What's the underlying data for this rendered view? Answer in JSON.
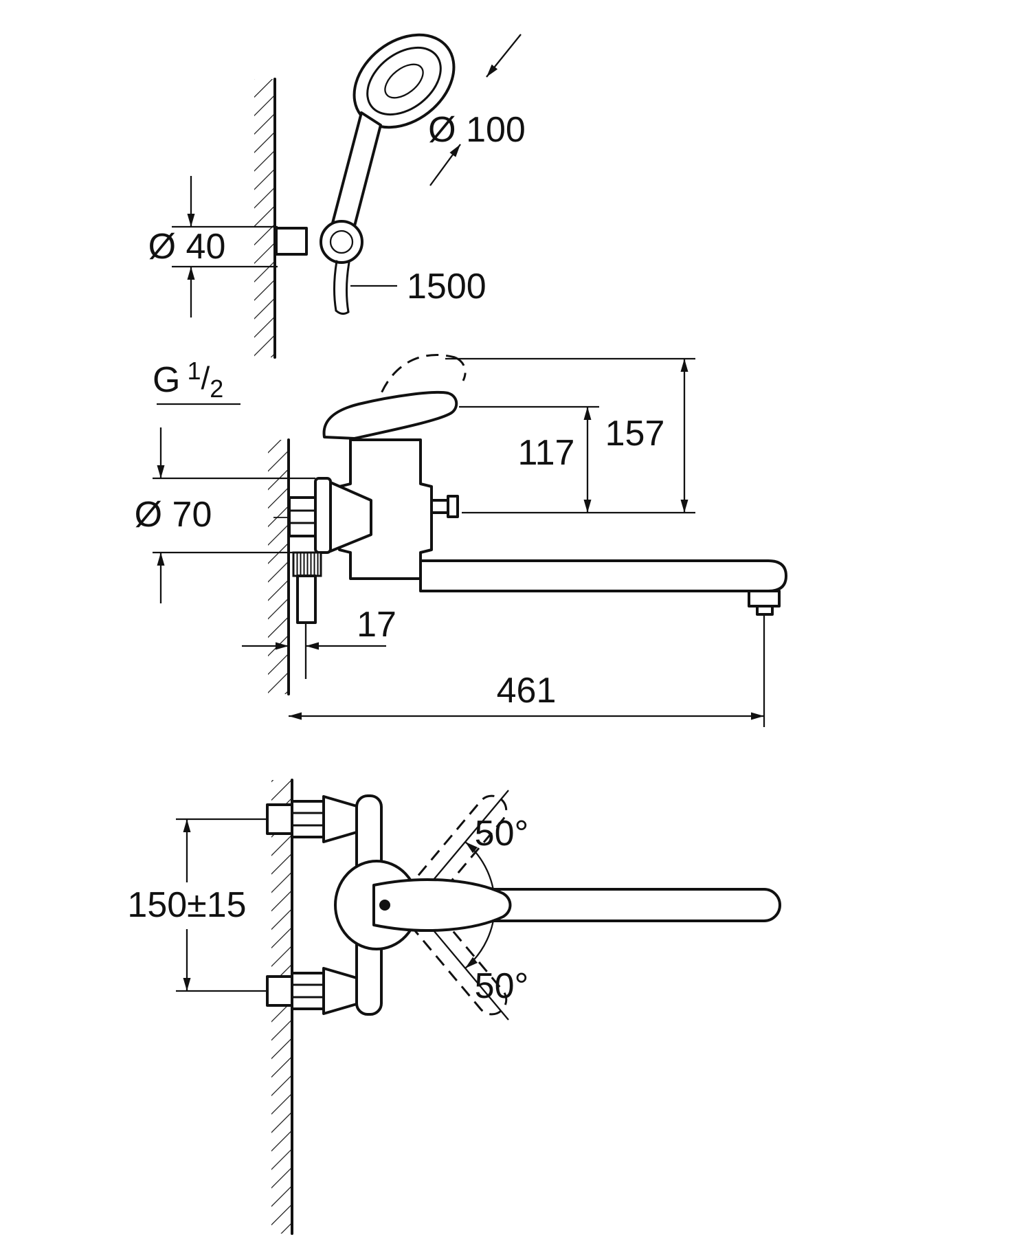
{
  "drawing": {
    "background": "#ffffff",
    "line_color": "#111111",
    "subject": "wall-mounted bath mixer with hand shower - dimensional drawing"
  },
  "labels": {
    "head_diameter": "Ø 100",
    "holder_diameter": "Ø 40",
    "hose_length": "1500",
    "thread_g": "G",
    "thread_num": "1",
    "thread_slash": "/",
    "thread_den": "2",
    "height_total": "157",
    "height_lever": "117",
    "rosette_diameter": "Ø 70",
    "wall_offset": "17",
    "spout_reach": "461",
    "mount_distance": "150±15",
    "swivel_up": "50°",
    "swivel_down": "50°"
  }
}
